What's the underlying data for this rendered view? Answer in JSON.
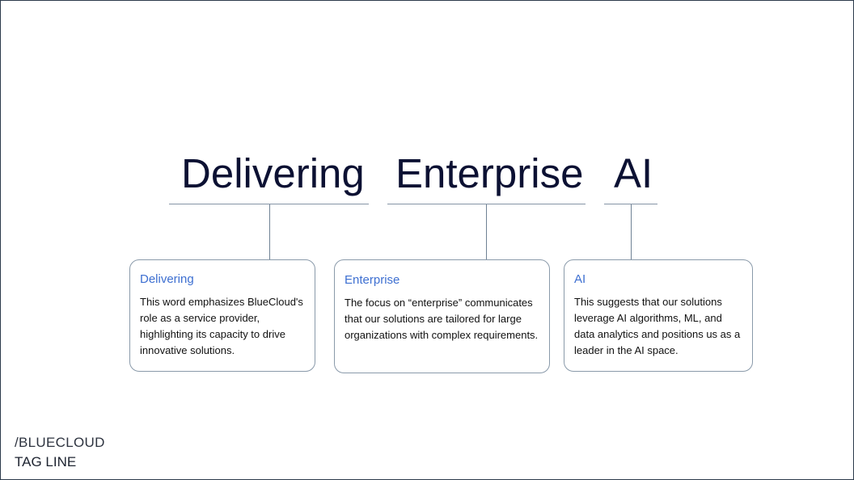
{
  "headline": {
    "word_1": "Delivering",
    "word_2": "Enterprise",
    "word_3": "AI"
  },
  "cards": [
    {
      "title": "Delivering",
      "body": "This word emphasizes BlueCloud's role as a service provider, highlighting its capacity to drive innovative solutions."
    },
    {
      "title": "Enterprise",
      "body": "The focus on “enterprise” communicates that our solutions are tailored for large organizations with complex requirements."
    },
    {
      "title": "AI",
      "body": "This suggests that our solutions leverage AI algorithms, ML, and data analytics and positions us as a leader in the AI space."
    }
  ],
  "footer": {
    "brand": "/BLUECLOUD",
    "tagline": "TAG LINE"
  },
  "colors": {
    "headline": "#0c1133",
    "card_title": "#3d6fd1",
    "connector": "#6f8194",
    "card_border": "#8a9aaa"
  }
}
